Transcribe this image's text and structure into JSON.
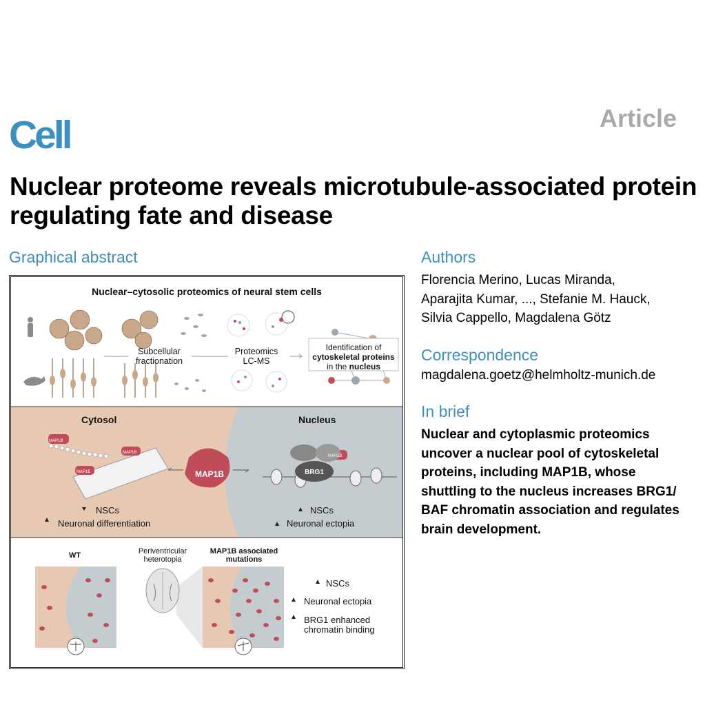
{
  "header": {
    "journal": "Cell",
    "type": "Article"
  },
  "title": "Nuclear proteome reveals microtubule-associated protein regulating fate and disease",
  "graphical_abstract": {
    "heading": "Graphical abstract",
    "top_title": "Nuclear–cytosolic proteomics of neural stem cells",
    "step1": [
      "Subcellular",
      "fractionation"
    ],
    "step2": [
      "Proteomics",
      "LC-MS"
    ],
    "identification": [
      "Identification of",
      "cytoskeletal proteins",
      "in the ",
      "nucleus"
    ],
    "cytosol_label": "Cytosol",
    "nucleus_label": "Nucleus",
    "map1b": "MAP1B",
    "brg1": "BRG1",
    "cytosol_effects": [
      "NSCs",
      "Neuronal differentiation"
    ],
    "nucleus_effects": [
      "NSCs",
      "Neuronal ectopia"
    ],
    "wt_label": "WT",
    "pv_label": [
      "Periventricular",
      "heterotopia"
    ],
    "mut_label": [
      "MAP1B associated",
      "mutations"
    ],
    "mut_effects": [
      "NSCs",
      "Neuronal ectopia",
      "BRG1 enhanced",
      "chromatin binding"
    ],
    "colors": {
      "cytosol": "#e6c8b3",
      "nucleus": "#c5ccd0",
      "protein": "#c04c5a",
      "cell": "#c9a88a"
    }
  },
  "authors": {
    "heading": "Authors",
    "lines": [
      "Florencia Merino, Lucas Miranda,",
      "Aparajita Kumar, ..., Stefanie M. Hauck,",
      "Silvia Cappello, Magdalena Götz"
    ]
  },
  "correspondence": {
    "heading": "Correspondence",
    "email": "magdalena.goetz@helmholtz-munich.de"
  },
  "in_brief": {
    "heading": "In brief",
    "lines": [
      "Nuclear and cytoplasmic proteomics",
      "uncover a nuclear pool of cytoskeletal",
      "proteins, including MAP1B, whose",
      "shuttling to the nucleus increases BRG1/",
      "BAF chromatin association and regulates",
      "brain development."
    ]
  }
}
